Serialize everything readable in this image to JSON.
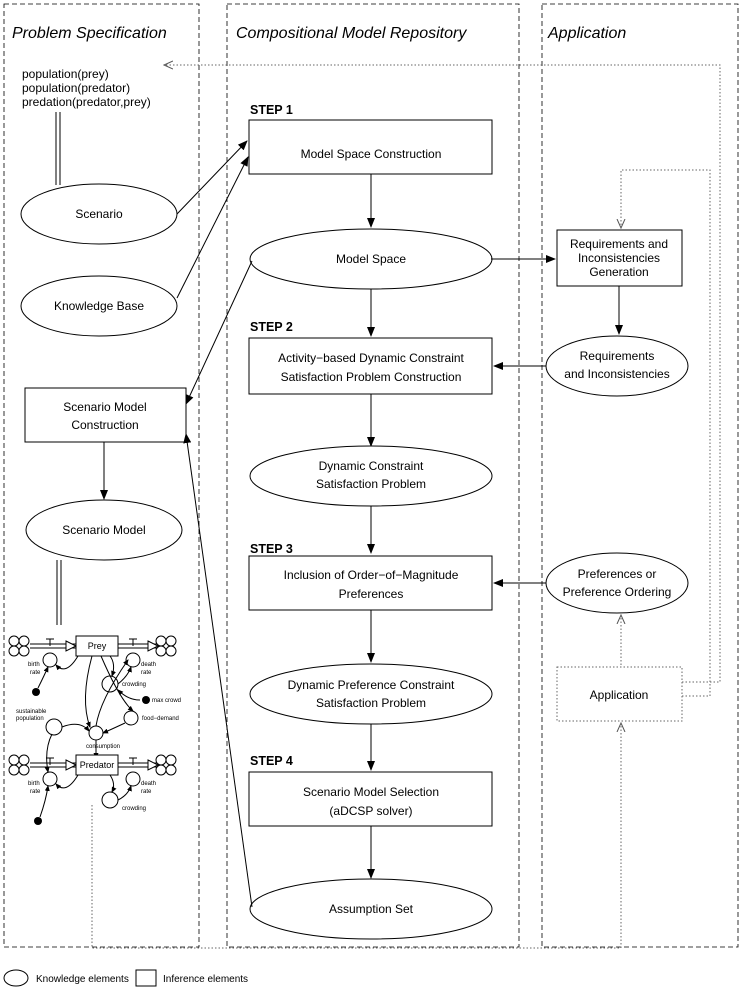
{
  "columns": {
    "problem_specification": "Problem Specification",
    "compositional_model_repository": "Compositional Model Repository",
    "application": "Application"
  },
  "predicates": [
    "population(prey)",
    "population(predator)",
    "predation(predator,prey)"
  ],
  "steps": {
    "step1": "STEP 1",
    "step2": "STEP 2",
    "step3": "STEP 3",
    "step4": "STEP 4"
  },
  "problem_spec": {
    "scenario": "Scenario",
    "knowledge_base": "Knowledge Base",
    "scenario_model_construction": [
      "Scenario Model",
      "Construction"
    ],
    "scenario_model": "Scenario Model"
  },
  "repository": {
    "model_space_construction": "Model Space Construction",
    "model_space": "Model Space",
    "adcsp_construction": [
      "Activity−based Dynamic Constraint",
      "Satisfaction Problem Construction"
    ],
    "dcsp": [
      "Dynamic Constraint",
      "Satisfaction Problem"
    ],
    "inclusion_preferences": [
      "Inclusion of Order−of−Magnitude",
      "Preferences"
    ],
    "dpcsp": [
      "Dynamic Preference Constraint",
      "Satisfaction Problem"
    ],
    "selection": [
      "Scenario Model Selection",
      "(aDCSP solver)"
    ],
    "assumption_set": "Assumption Set"
  },
  "application_col": {
    "req_generation": [
      "Requirements and",
      "Inconsistencies",
      "Generation"
    ],
    "req_inconsistencies": [
      "Requirements",
      "and Inconsistencies"
    ],
    "preferences": [
      "Preferences or",
      "Preference Ordering"
    ],
    "application": "Application"
  },
  "stock_flow": {
    "prey": "Prey",
    "predator": "Predator",
    "birth_rate": [
      "birth",
      "rate"
    ],
    "death_rate": [
      "death",
      "rate"
    ],
    "crowding": "crowding",
    "max_crowd": "max crowd",
    "sustainable_population": [
      "sustainable",
      "population"
    ],
    "food_demand": "food−demand",
    "consumption": "consumption"
  },
  "legend": {
    "knowledge": "Knowledge elements",
    "inference": "Inference elements"
  }
}
